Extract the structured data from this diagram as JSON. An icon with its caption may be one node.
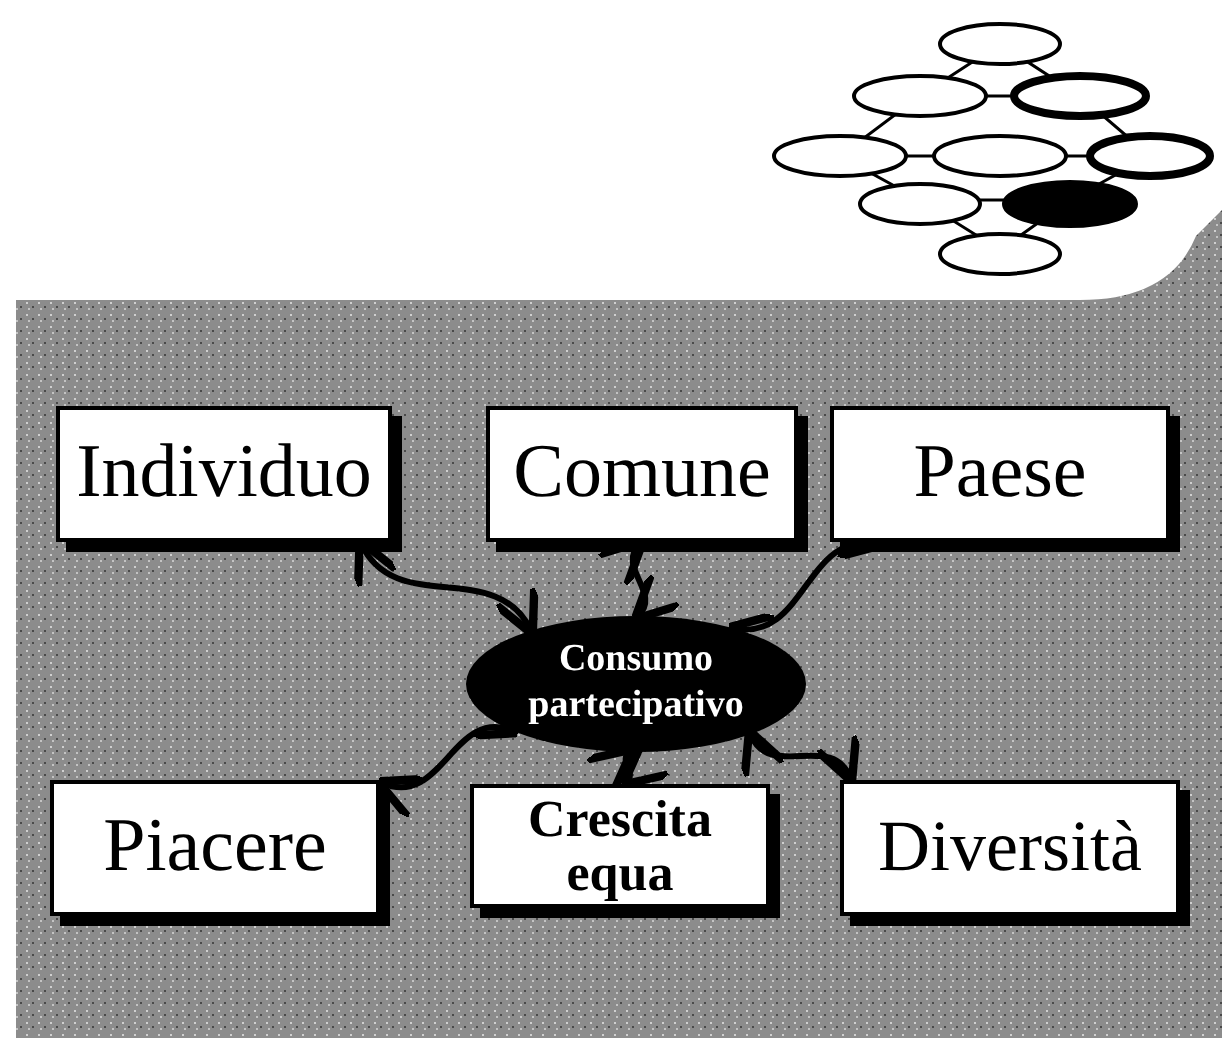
{
  "diagram": {
    "nodes": [
      {
        "text": [
          "Individuo"
        ]
      },
      {
        "text": [
          "Comune"
        ]
      },
      {
        "text": [
          "Paese"
        ]
      },
      {
        "text": [
          "Consumo partecipativo"
        ]
      },
      {
        "text": [
          "Piacere"
        ]
      },
      {
        "text": [
          "Crescita equa"
        ]
      },
      {
        "text": [
          "Diversità"
        ]
      }
    ],
    "edges": [
      {
        "from": 3,
        "to": 0,
        "arrow": "both"
      },
      {
        "from": 3,
        "to": 1,
        "arrow": "both"
      },
      {
        "from": 3,
        "to": 2,
        "arrow": "both"
      },
      {
        "from": 3,
        "to": 4,
        "arrow": "both"
      },
      {
        "from": 3,
        "to": 5,
        "arrow": "both"
      },
      {
        "from": 3,
        "to": 6,
        "arrow": "both"
      }
    ]
  }
}
